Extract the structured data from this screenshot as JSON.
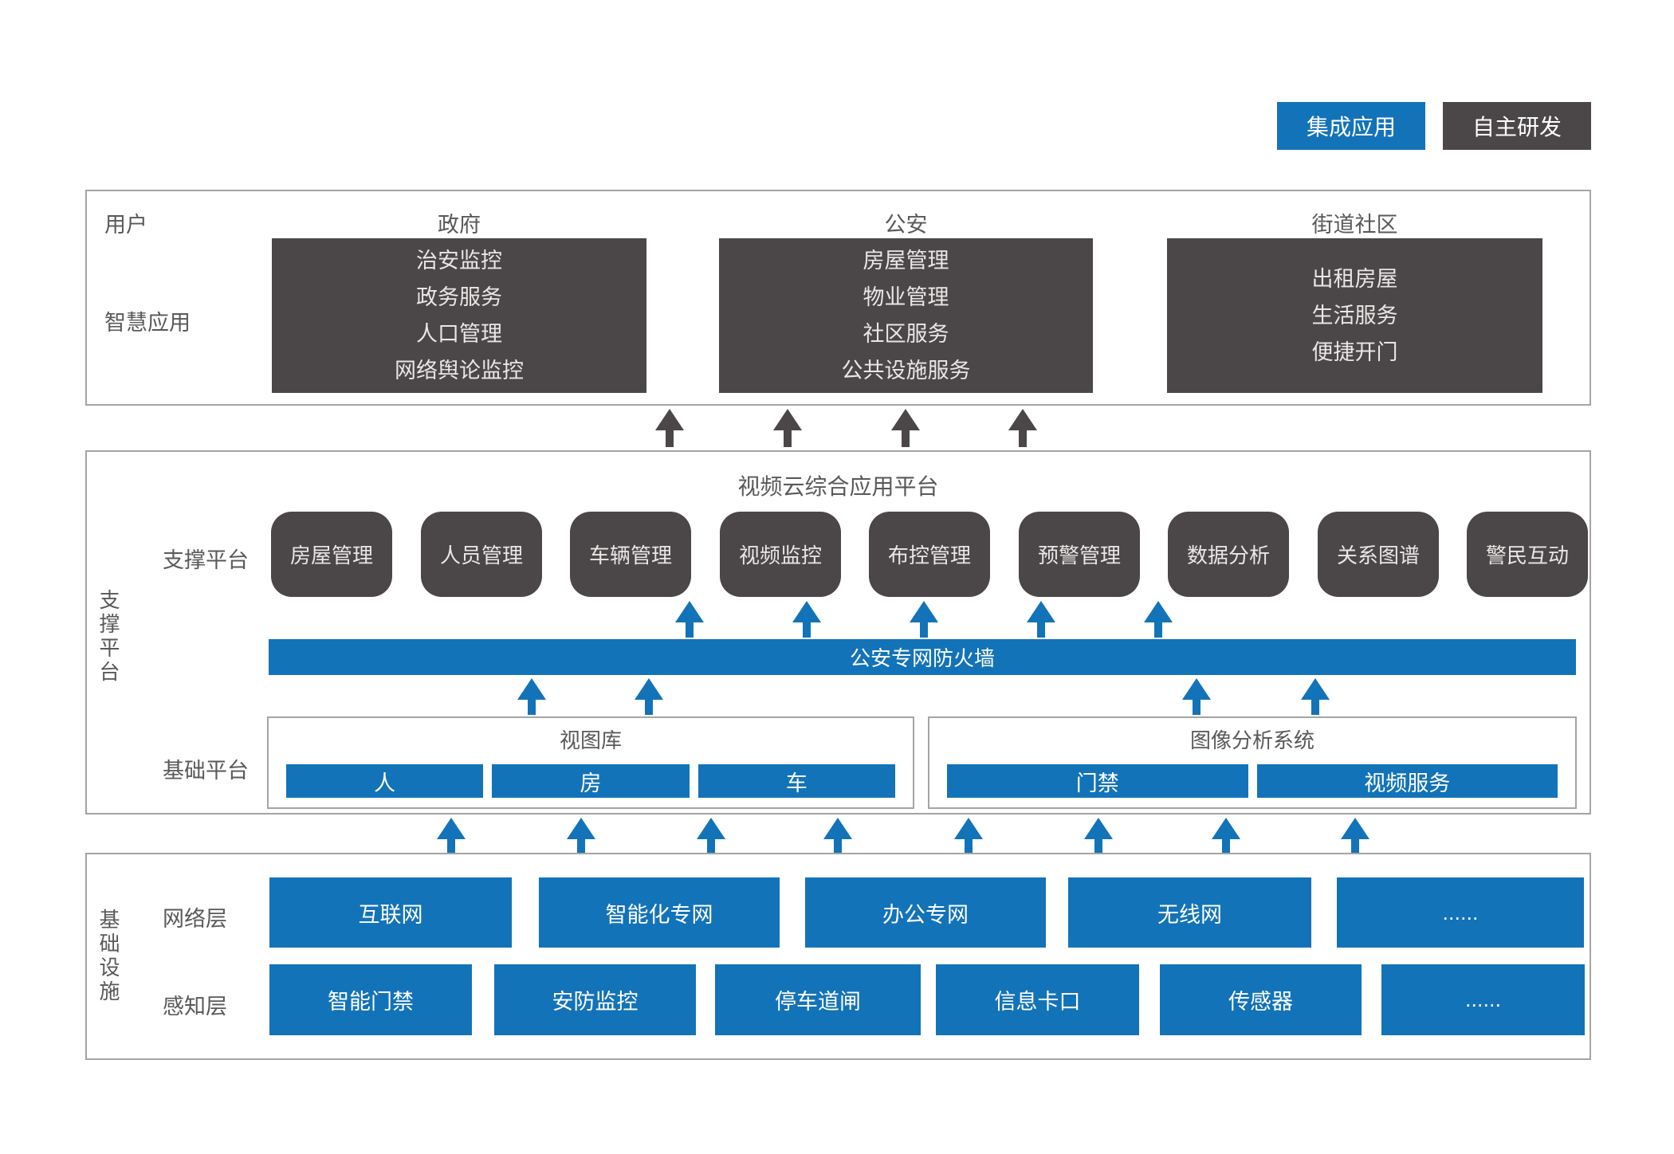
{
  "legend": {
    "integrated": "集成应用",
    "self_developed": "自主研发"
  },
  "colors": {
    "blue": "#1373B9",
    "dark_gray": "#4B4748",
    "frame_border": "#A4A4A4",
    "label_gray": "#595959"
  },
  "top": {
    "user_label": "用户",
    "app_label": "智慧应用",
    "columns": [
      {
        "header": "政府",
        "items": [
          "治安监控",
          "政务服务",
          "人口管理",
          "网络舆论监控"
        ]
      },
      {
        "header": "公安",
        "items": [
          "房屋管理",
          "物业管理",
          "社区服务",
          "公共设施服务"
        ]
      },
      {
        "header": "街道社区",
        "items": [
          "出租房屋",
          "生活服务",
          "便捷开门"
        ]
      }
    ]
  },
  "middle": {
    "side_label": "支撑平台",
    "title": "视频云综合应用平台",
    "support_row_label": "支撑平台",
    "apps": [
      "房屋管理",
      "人员管理",
      "车辆管理",
      "视频监控",
      "布控管理",
      "预警管理",
      "数据分析",
      "关系图谱",
      "警民互动"
    ],
    "firewall": "公安专网防火墙",
    "base_row_label": "基础平台",
    "view_library": {
      "title": "视图库",
      "items": [
        "人",
        "房",
        "车"
      ]
    },
    "image_analysis": {
      "title": "图像分析系统",
      "items": [
        "门禁",
        "视频服务"
      ]
    }
  },
  "bottom": {
    "side_label": "基础设施",
    "network_label": "网络层",
    "network_items": [
      "互联网",
      "智能化专网",
      "办公专网",
      "无线网",
      "......"
    ],
    "sense_label": "感知层",
    "sense_items": [
      "智能门禁",
      "安防监控",
      "停车道闸",
      "信息卡口",
      "传感器",
      "......"
    ]
  }
}
